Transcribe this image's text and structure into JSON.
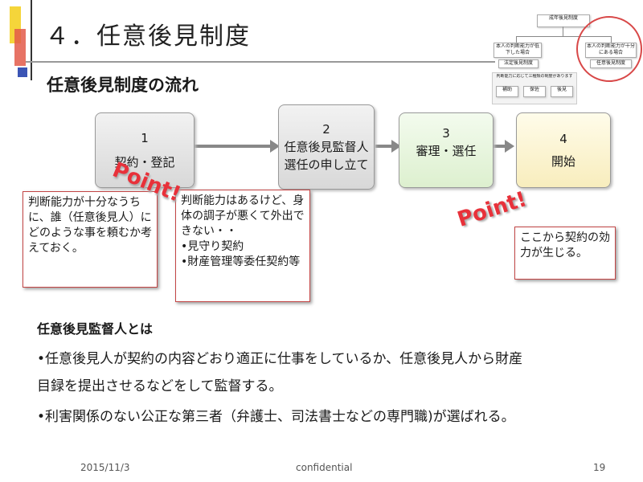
{
  "slide": {
    "title": "４．任意後見制度",
    "subtitle": "任意後見制度の流れ"
  },
  "mini_diagram": {
    "root": "成年後見制度",
    "left_branch": "本人の判断能力が低下した場合",
    "right_branch": "本人の判断能力が十分にある場合",
    "left_leaf": "法定後見制度",
    "right_leaf": "任意後見制度",
    "panel_caption": "判断能力に応じて三種類の制度があります",
    "types": [
      "補助",
      "保佐",
      "後見"
    ]
  },
  "flow": {
    "steps": [
      {
        "num": "1",
        "label": "契約・登記"
      },
      {
        "num": "2",
        "label": "任意後見監督人選任の申し立て"
      },
      {
        "num": "3",
        "label": "審理・選任"
      },
      {
        "num": "4",
        "label": "開始"
      }
    ],
    "notes": {
      "note1": "判断能力が十分なうちに、誰（任意後見人）にどのような事を頼むか考えておく。",
      "note2_intro": "判断能力はあるけど、身体の調子が悪くて外出できない・・",
      "note2_items": [
        "•見守り契約",
        "•財産管理等委任契約等"
      ],
      "note3": "ここから契約の効力が生じる。"
    },
    "point_label": "Point!"
  },
  "definition": {
    "heading": "任意後見監督人とは",
    "lines": [
      "•任意後見人が契約の内容どおり適正に仕事をしているか、任意後見人から財産",
      "目録を提出させるなどをして監督する。",
      "•利害関係のない公正な第三者（弁護士、司法書士などの専門職)が選ばれる。"
    ]
  },
  "footer": {
    "date": "2015/11/3",
    "label": "confidential",
    "page": "19"
  }
}
